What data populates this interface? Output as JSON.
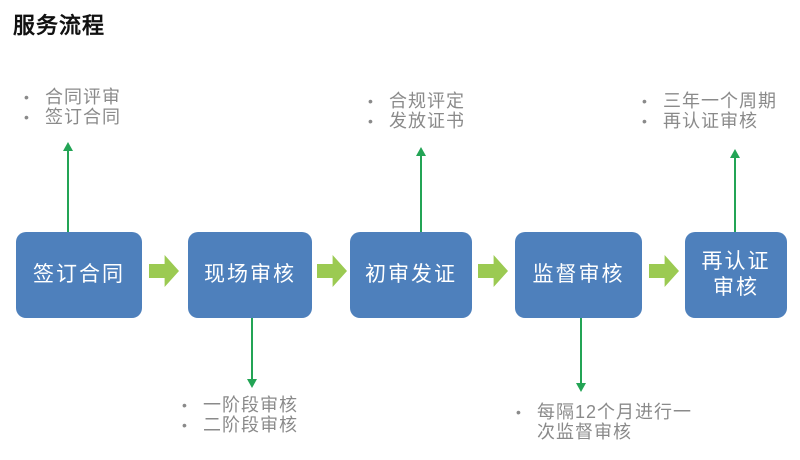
{
  "title": "服务流程",
  "glyphs": {
    "bullet": "•"
  },
  "colors": {
    "box_fill": "#4E80BC",
    "box_text": "#FFFFFF",
    "block_arrow": "#9BCA52",
    "connector": "#23A455",
    "note_text": "#8A8A8A",
    "title_color": "#111111"
  },
  "steps": [
    {
      "label": "签订合同"
    },
    {
      "label": "现场审核"
    },
    {
      "label": "初审发证"
    },
    {
      "label": "监督审核"
    },
    {
      "label": "再认证审核"
    }
  ],
  "notes": {
    "above_step1": {
      "items": [
        "合同评审",
        "签订合同"
      ]
    },
    "below_step2": {
      "items": [
        "一阶段审核",
        "二阶段审核"
      ]
    },
    "above_step3": {
      "items": [
        "合规评定",
        "发放证书"
      ]
    },
    "below_step4": {
      "items": [
        "每隔12个月进行一次监督审核"
      ]
    },
    "above_step5": {
      "items": [
        "三年一个周期",
        "再认证审核"
      ]
    }
  }
}
